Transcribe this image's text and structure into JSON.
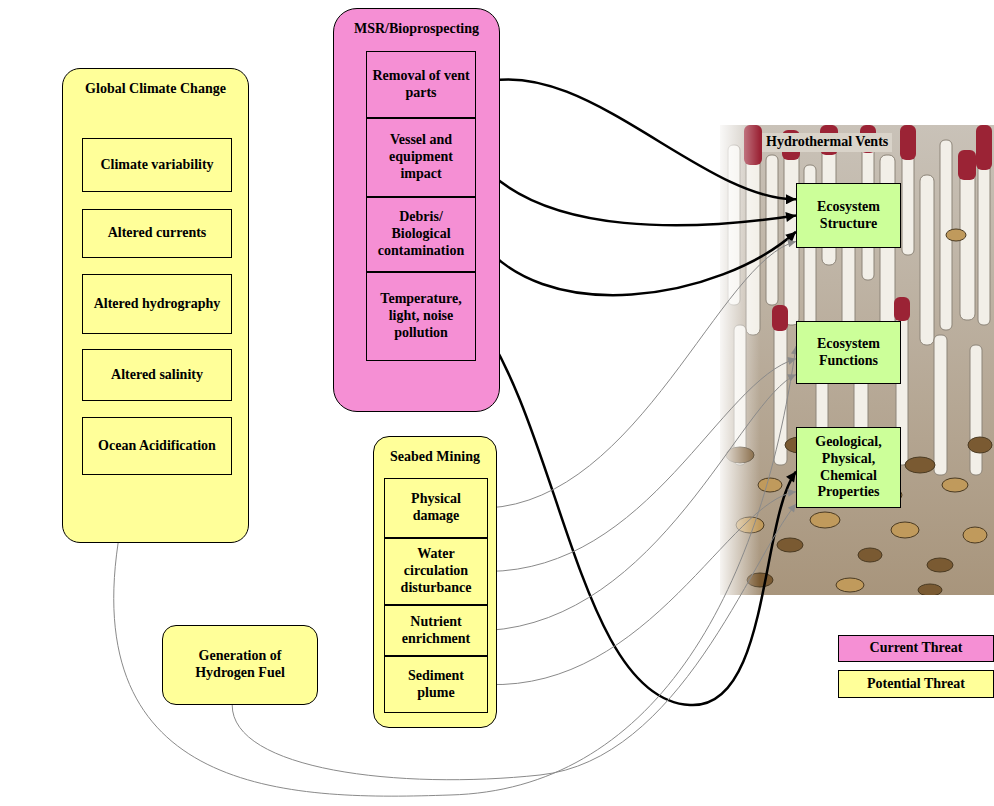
{
  "diagram": {
    "nodes": [
      {
        "text": [
          "Global Climate Change"
        ]
      },
      {
        "text": [
          "Climate variability"
        ],
        "in": 0
      },
      {
        "text": [
          "Altered currents"
        ],
        "in": 0
      },
      {
        "text": [
          "Altered hydrography"
        ],
        "in": 0
      },
      {
        "text": [
          "Altered salinity"
        ],
        "in": 0
      },
      {
        "text": [
          "Ocean Acidification"
        ],
        "in": 0
      },
      {
        "text": [
          "MSR/Bioprospecting"
        ]
      },
      {
        "text": [
          "Removal of vent parts"
        ],
        "in": 6
      },
      {
        "text": [
          "Vessel and equipment impact"
        ],
        "in": 6
      },
      {
        "text": [
          "Debris/ Biological contamination"
        ],
        "in": 6
      },
      {
        "text": [
          "Temperature, light, noise pollution"
        ],
        "in": 6
      },
      {
        "text": [
          "Seabed Mining"
        ]
      },
      {
        "text": [
          "Physical damage"
        ],
        "in": 11
      },
      {
        "text": [
          "Water circulation disturbance"
        ],
        "in": 11
      },
      {
        "text": [
          "Nutrient enrichment"
        ],
        "in": 11
      },
      {
        "text": [
          "Sediment plume"
        ],
        "in": 11
      },
      {
        "text": [
          "Generation of Hydrogen Fuel"
        ]
      },
      {
        "text": [
          "Hydrothermal Vents"
        ]
      },
      {
        "text": [
          "Ecosystem Structure"
        ],
        "in": 17
      },
      {
        "text": [
          "Ecosystem Functions"
        ],
        "in": 17
      },
      {
        "text": [
          "Geological, Physical, Chemical Properties"
        ],
        "in": 17
      }
    ],
    "edges": [
      {
        "from": 7,
        "to": 18,
        "arrow": "to"
      },
      {
        "from": 8,
        "to": 18,
        "arrow": "to"
      },
      {
        "from": 9,
        "to": 18,
        "arrow": "to"
      },
      {
        "from": 10,
        "to": 20,
        "arrow": "to"
      },
      {
        "from": 12,
        "to": 18,
        "arrow": "to"
      },
      {
        "from": 13,
        "to": 19,
        "arrow": "to"
      },
      {
        "from": 14,
        "to": 19,
        "arrow": "to"
      },
      {
        "from": 15,
        "to": 20,
        "arrow": "to"
      },
      {
        "from": 0,
        "to": 19,
        "arrow": "to"
      },
      {
        "from": 16,
        "to": 20,
        "arrow": "to"
      }
    ],
    "legend": [
      {
        "text": "Current Threat",
        "color": "#f58fd4"
      },
      {
        "text": "Potential Threat",
        "color": "#ffff99"
      }
    ]
  }
}
